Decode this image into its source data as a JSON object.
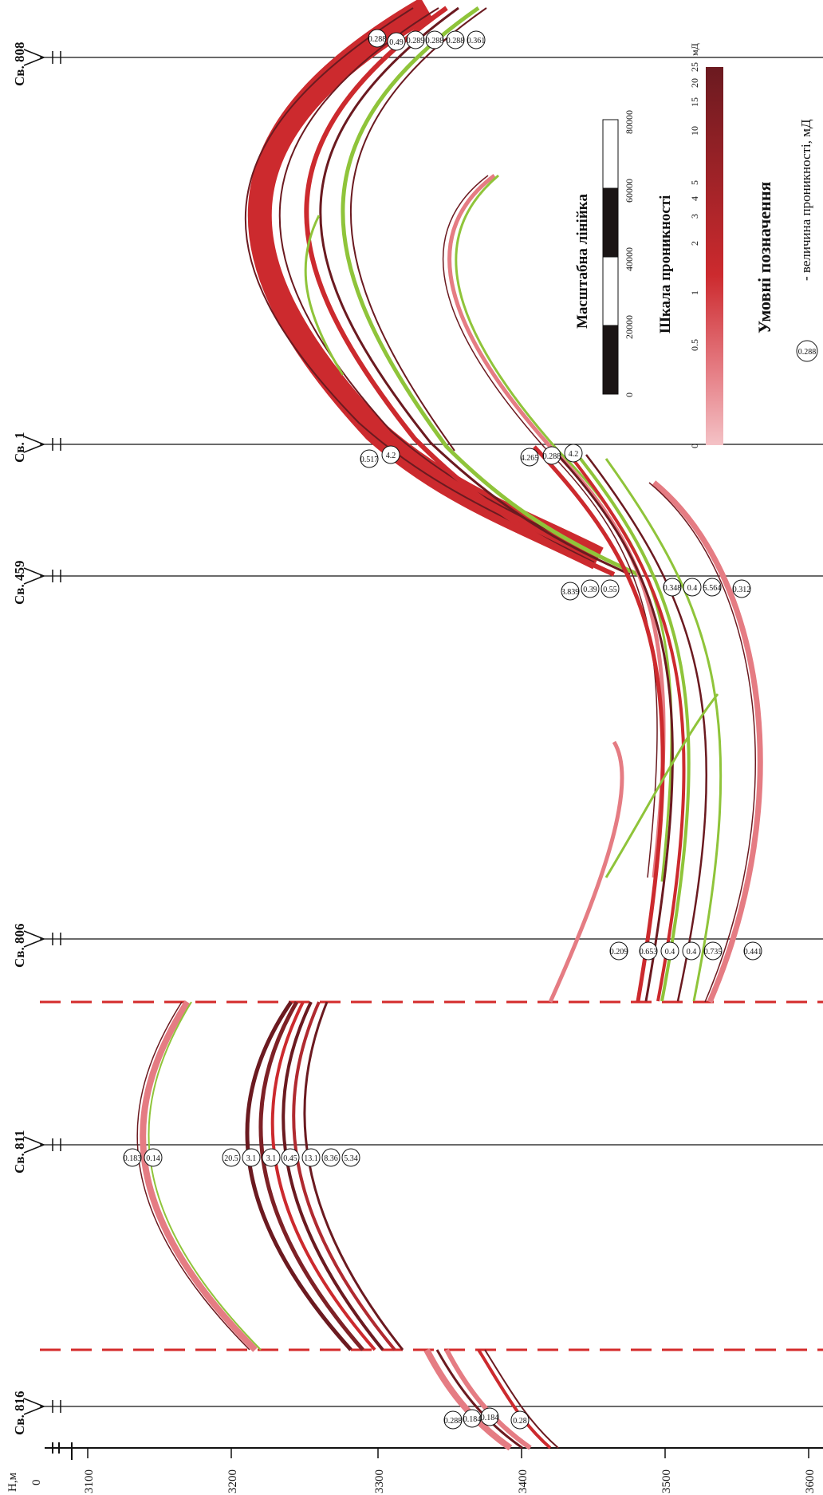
{
  "axis": {
    "depth_label": "Н,м",
    "zero_label": "0",
    "ticks": [
      "3100",
      "3200",
      "3300",
      "3400",
      "3500",
      "3600"
    ]
  },
  "wells": [
    {
      "id": "w808",
      "label": "Св. 808"
    },
    {
      "id": "w1",
      "label": "Св. 1"
    },
    {
      "id": "w459",
      "label": "Св. 459"
    },
    {
      "id": "w806",
      "label": "Св. 806"
    },
    {
      "id": "w811",
      "label": "Св. 811"
    },
    {
      "id": "w816",
      "label": "Св. 816"
    }
  ],
  "values": {
    "w808": [
      "0.288",
      "0.49",
      "0.289",
      "0.288",
      "0.288",
      "0.361"
    ],
    "w1": [
      "0.517",
      "4.2",
      "4.265",
      "0.288",
      "4.2"
    ],
    "w459": [
      "3.839",
      "0.39",
      "0.55",
      "0.348",
      "0.4",
      "5.564",
      "0.312"
    ],
    "w806": [
      "0.209",
      "0.653",
      "0.4",
      "0.4",
      "0.735",
      "0.441"
    ],
    "w811": [
      "0.183",
      "0.14",
      "20.5",
      "3.1",
      "3.1",
      "0.45",
      "13.1",
      "8.36",
      "5.34"
    ],
    "w816": [
      "0.288",
      "0.184",
      "0.184",
      "0.28"
    ]
  },
  "legend": {
    "scale_bar_title": "Масштабна лінійка",
    "scale_bar_ticks": [
      "0",
      "20000",
      "40000",
      "60000",
      "80000"
    ],
    "perm_scale_title": "Шкала проникності",
    "perm_ticks": [
      "0",
      "0.5",
      "1",
      "2",
      "3",
      "4",
      "5",
      "10",
      "15",
      "20",
      "25"
    ],
    "perm_unit": "мД",
    "legend_title": "Умовні позначення",
    "legend_sample": "0.288",
    "legend_desc": "-  величина проникності, мД"
  },
  "colors": {
    "dark_red": "#6b1a20",
    "red": "#cc2a2e",
    "pink": "#e57c83",
    "light_pink": "#f4c2c6",
    "green": "#8fc43a",
    "dashed_red": "#d42b2b"
  }
}
